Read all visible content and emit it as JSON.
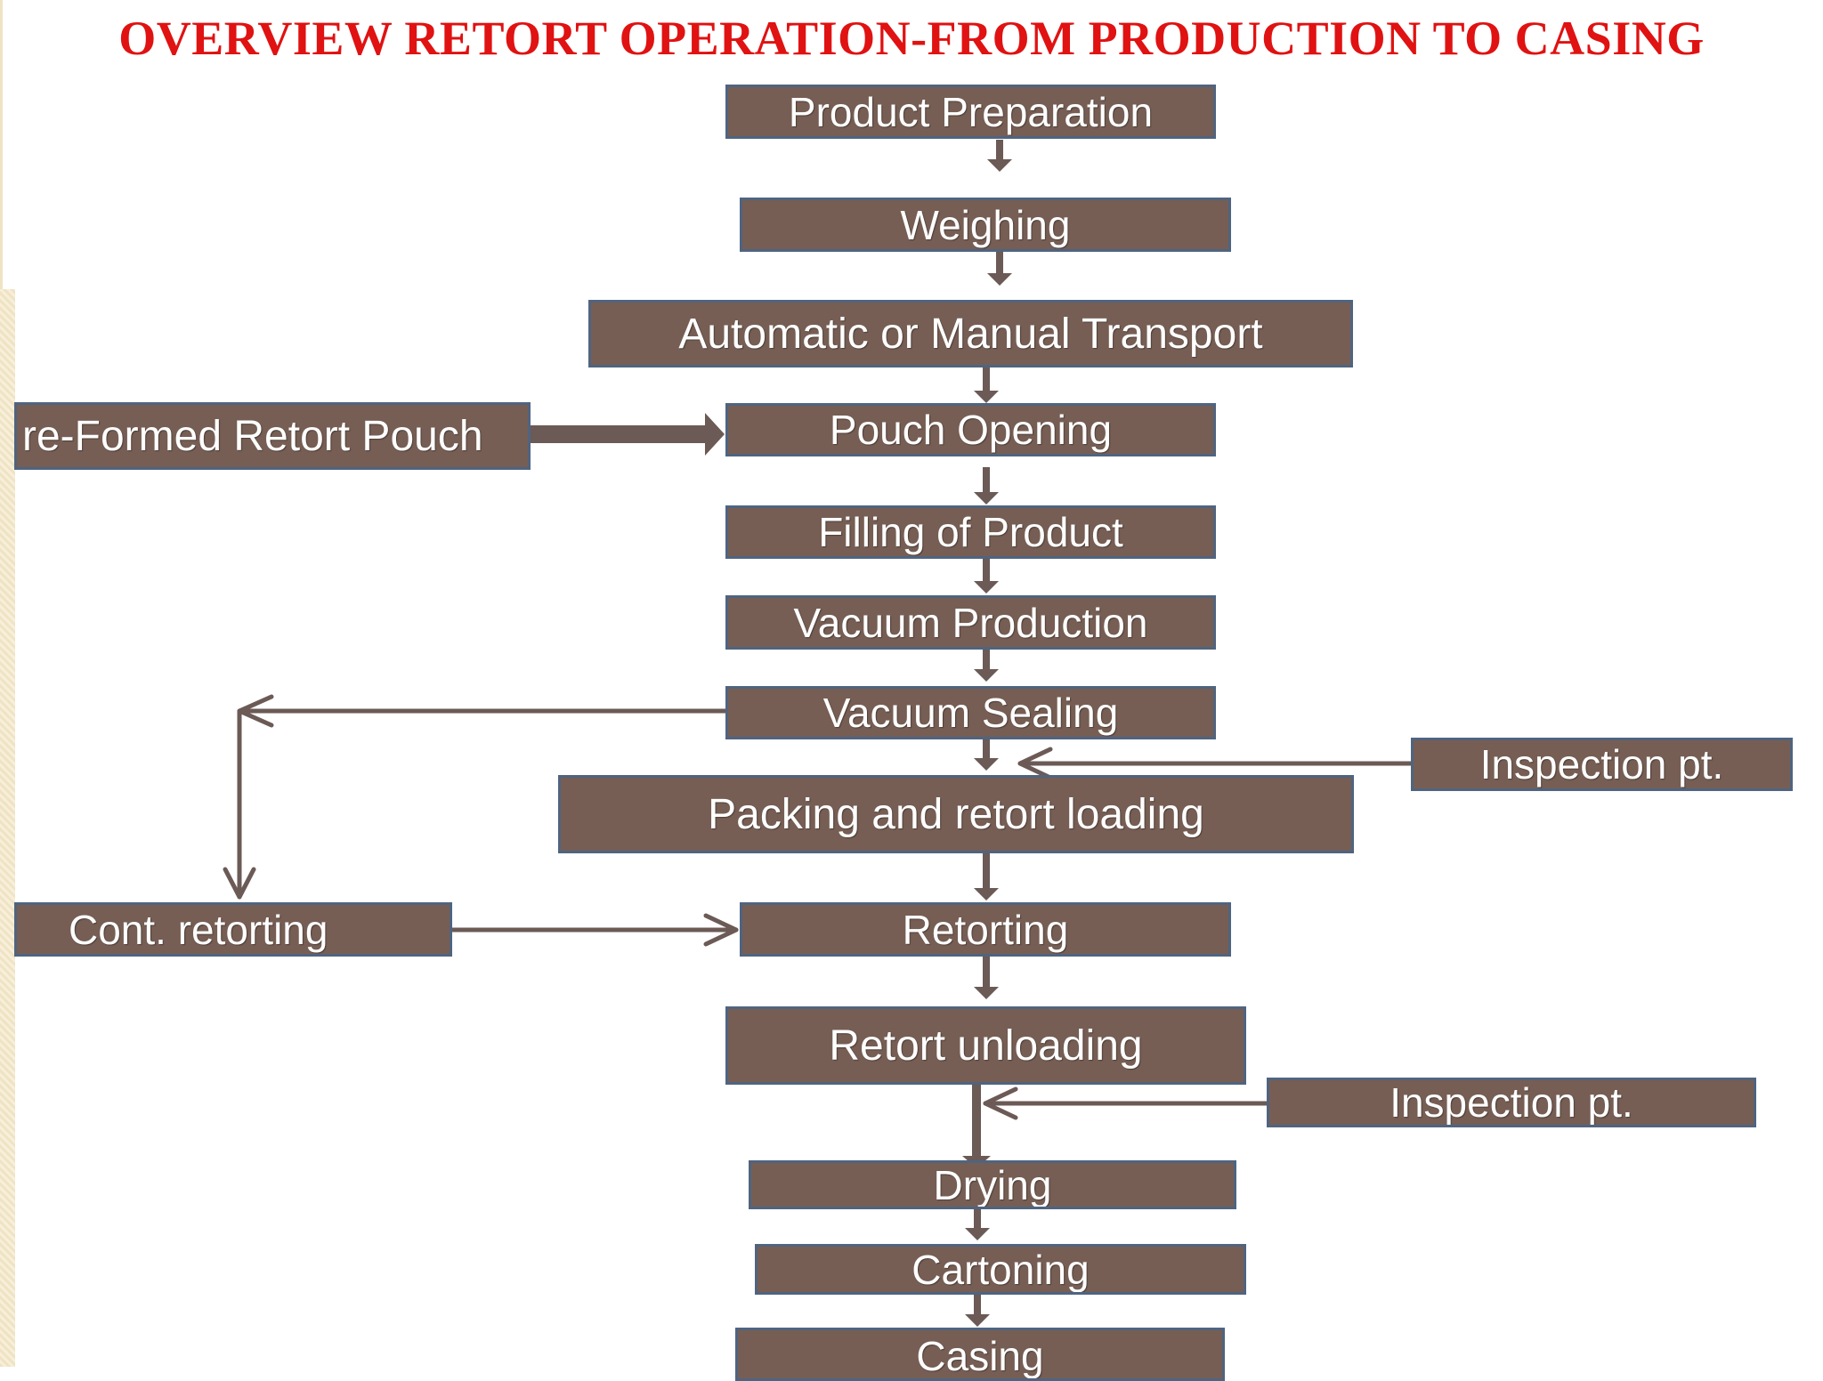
{
  "title": "OVERVIEW RETORT OPERATION-FROM PRODUCTION TO CASING",
  "steps": {
    "product_preparation": "Product Preparation",
    "weighing": "Weighing",
    "transport": "Automatic or Manual Transport",
    "preformed_pouch": "re-Formed Retort Pouch",
    "pouch_opening": "Pouch Opening",
    "filling": "Filling of Product",
    "vacuum_production": "Vacuum Production",
    "vacuum_sealing": "Vacuum Sealing",
    "inspection_1": "Inspection pt.",
    "packing": "Packing and retort loading",
    "cont_retorting": "Cont. retorting",
    "retorting": "Retorting",
    "retort_unloading": "Retort unloading",
    "inspection_2": "Inspection pt.",
    "drying": "Drying",
    "cartoning": "Cartoning",
    "casing": "Casing"
  },
  "colors": {
    "title": "#e01212",
    "box_fill": "#765e54",
    "box_border": "#4f6480",
    "box_text": "#ffffff",
    "arrow": "#6b5a55"
  }
}
